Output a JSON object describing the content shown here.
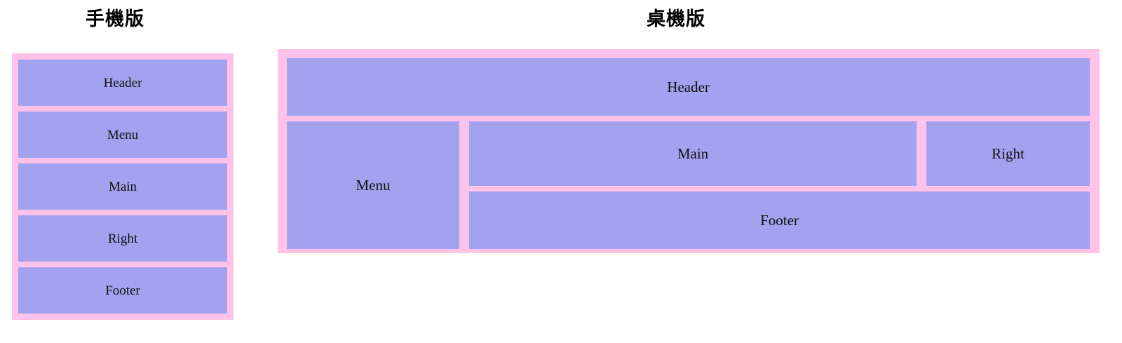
{
  "page": {
    "background_color": "#ffffff",
    "panel_color": "#ffc2e8",
    "cell_color": "#a2a2ee",
    "text_color": "#111111"
  },
  "mobile": {
    "heading": "手機版",
    "blocks": [
      {
        "label": "Header"
      },
      {
        "label": "Menu"
      },
      {
        "label": "Main"
      },
      {
        "label": "Right"
      },
      {
        "label": "Footer"
      }
    ]
  },
  "desktop": {
    "heading": "桌機版",
    "blocks": {
      "header": "Header",
      "menu": "Menu",
      "main": "Main",
      "right": "Right",
      "footer": "Footer"
    }
  }
}
